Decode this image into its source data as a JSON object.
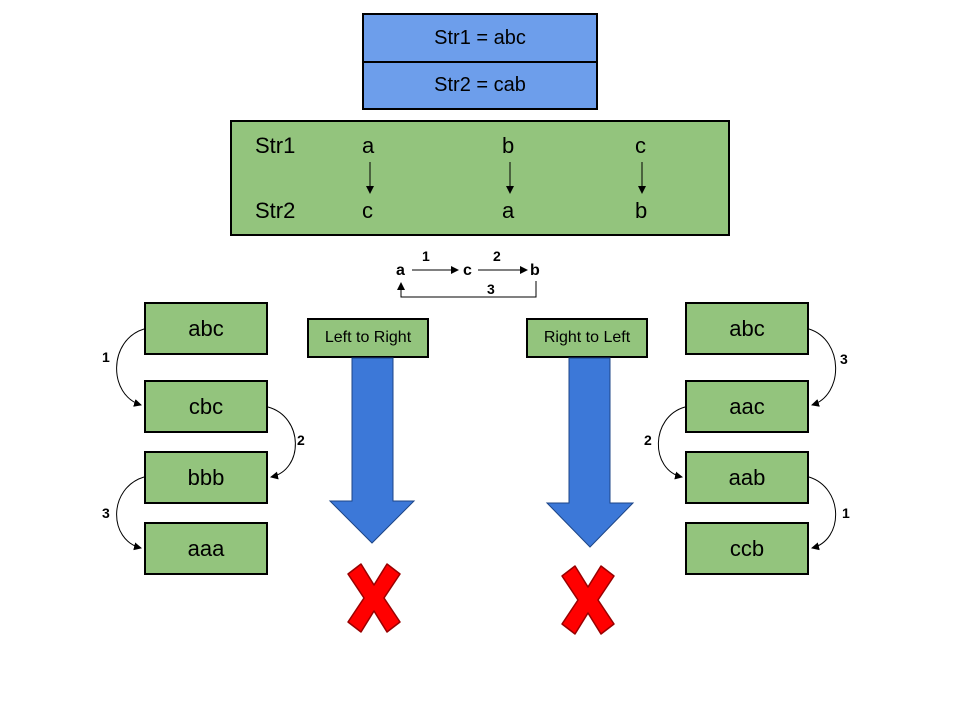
{
  "top": {
    "str1_def": "Str1 = abc",
    "str2_def": "Str2 = cab"
  },
  "mapping": {
    "row1_label": "Str1",
    "row2_label": "Str2",
    "row1_chars": [
      "a",
      "b",
      "c"
    ],
    "row2_chars": [
      "c",
      "a",
      "b"
    ]
  },
  "cycle": {
    "nodes": [
      "a",
      "c",
      "b"
    ],
    "edge_labels": [
      "1",
      "2",
      "3"
    ]
  },
  "left_to_right": {
    "title": "Left to Right",
    "steps": [
      "abc",
      "cbc",
      "bbb",
      "aaa"
    ],
    "step_labels": [
      "1",
      "2",
      "3"
    ]
  },
  "right_to_left": {
    "title": "Right to Left",
    "steps": [
      "abc",
      "aac",
      "aab",
      "ccb"
    ],
    "step_labels": [
      "3",
      "2",
      "1"
    ]
  },
  "colors": {
    "blue": "#6d9eeb",
    "green": "#93c47d",
    "arrow_blue": "#3c78d8",
    "cross_red": "#ff0000"
  }
}
